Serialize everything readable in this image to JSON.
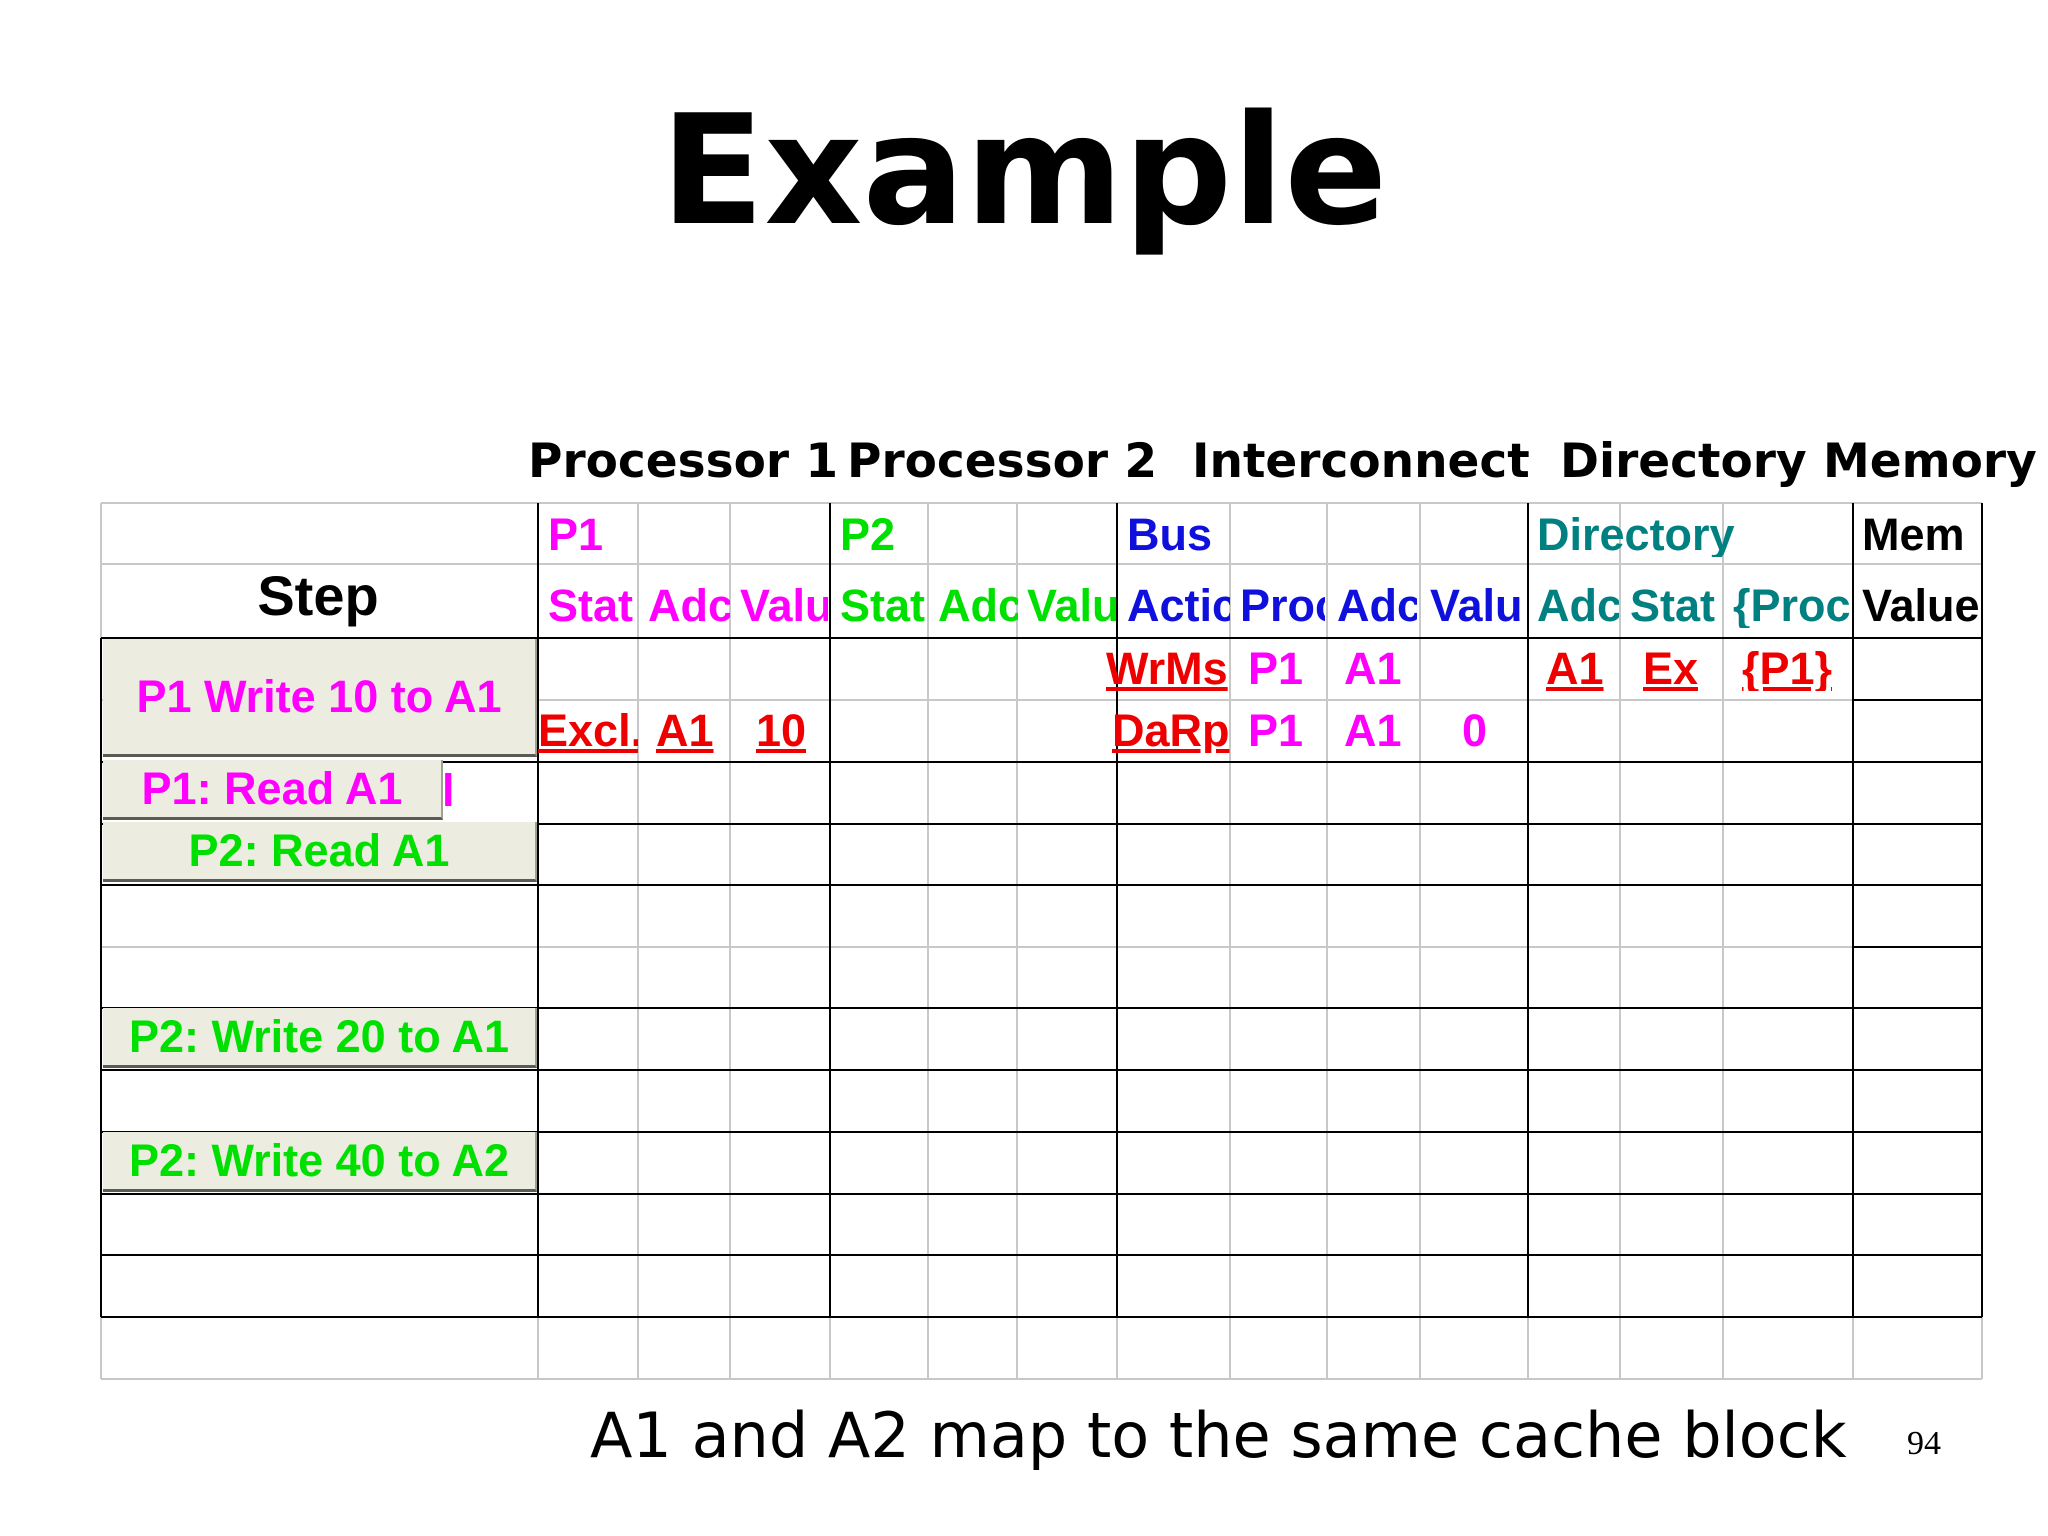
{
  "title": "Example",
  "group_headers": {
    "processor1": "Processor 1",
    "processor2": "Processor 2",
    "interconnect": "Interconnect",
    "directory": "Directory",
    "memory": "Memory"
  },
  "colors": {
    "p1": "#ff00ff",
    "p2": "#00e000",
    "bus": "#1010dd",
    "directory": "#008080",
    "memory": "#000000",
    "trace": "#ee0000",
    "grid": "#c8c8c8",
    "grid_dark": "#000000",
    "step_button_bg": "#ecece0"
  },
  "table": {
    "step_header": "Step",
    "group_row": [
      "P1",
      "P2",
      "Bus",
      "Directory",
      "Mem"
    ],
    "column_headers": [
      "Stat",
      "Adc",
      "Valu",
      "Stat",
      "Adc",
      "Valu",
      "Actic",
      "Proc",
      "Adc",
      "Valu",
      "Adc",
      "Stat",
      "{Proc",
      "Value"
    ],
    "steps": [
      "P1 Write 10 to A1",
      "P1: Read A1",
      "P2: Read A1",
      "P2: Write 20 to A1",
      "P2: Write 40 to A2"
    ],
    "stray_mark": "l",
    "rows": [
      {
        "bus_action": "WrMs",
        "bus_proc": "P1",
        "bus_addr": "A1",
        "dir_addr": "A1",
        "dir_state": "Ex",
        "dir_procs": "{P1}"
      },
      {
        "p1_state": "Excl.",
        "p1_addr": "A1",
        "p1_value": "10",
        "bus_action": "DaRp",
        "bus_proc": "P1",
        "bus_addr": "A1",
        "bus_value": "0"
      }
    ]
  },
  "caption": "A1 and A2 map to the same cache block",
  "page_number": "94"
}
